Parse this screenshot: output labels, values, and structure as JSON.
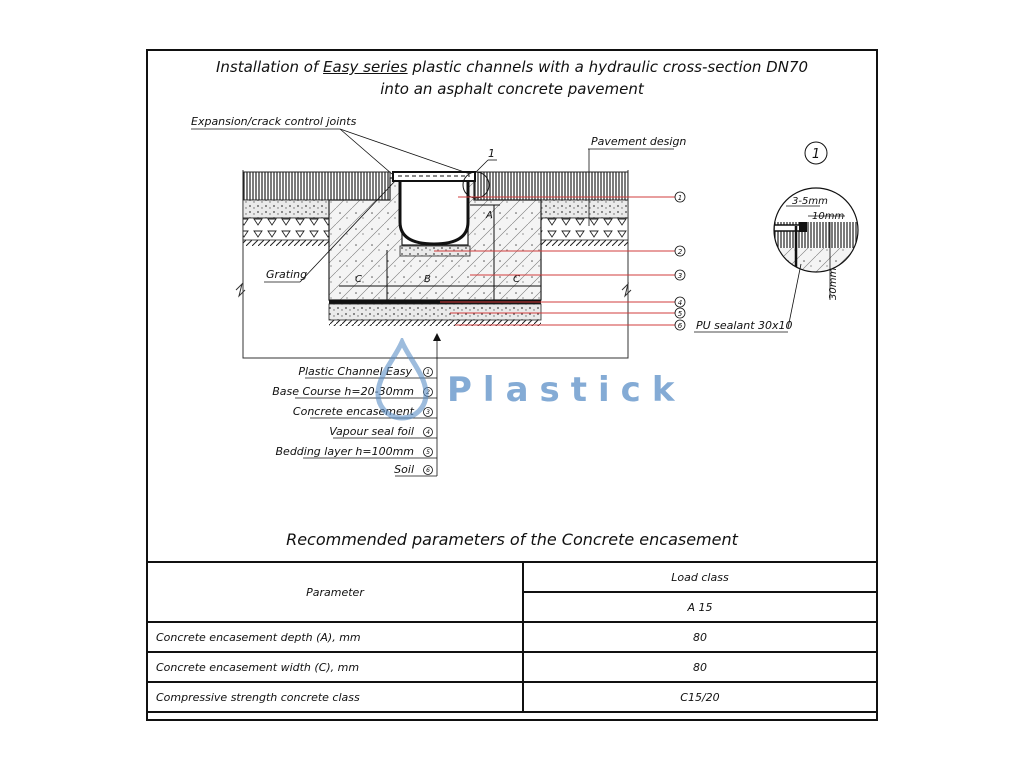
{
  "title": {
    "line1_pre": "Installation of",
    "line1_highlight": "Easy series",
    "line1_post": "plastic channels with a hydraulic cross-section DN70",
    "line2": "into an asphalt concrete pavement"
  },
  "callouts": {
    "expansion_joints": "Expansion/crack control joints",
    "pavement_design": "Pavement design",
    "grating": "Grating",
    "detail_ref": "1",
    "detail_marker": "1",
    "sealant": "PU sealant 30x10",
    "gap": "3-5mm",
    "width": "10mm",
    "depth": "30mm",
    "dim_c": "C",
    "dim_b": "B",
    "dim_a": "A",
    "dim_c2": "C"
  },
  "markers": [
    "1",
    "2",
    "3",
    "4",
    "5",
    "6"
  ],
  "legend": [
    {
      "label": "Plastic Channel Easy",
      "num": "1"
    },
    {
      "label": "Base Course h=20-30mm",
      "num": "2"
    },
    {
      "label": "Concrete encasement",
      "num": "3"
    },
    {
      "label": "Vapour seal foil",
      "num": "4"
    },
    {
      "label": "Bedding layer h=100mm",
      "num": "5"
    },
    {
      "label": "Soil",
      "num": "6"
    }
  ],
  "watermark": "Plastick",
  "table": {
    "caption": "Recommended parameters of the Concrete encasement",
    "param_header": "Parameter",
    "load_class_header": "Load class",
    "load_class": "A 15",
    "rows": [
      {
        "param": "Concrete encasement depth (A), mm",
        "value": "80"
      },
      {
        "param": "Concrete encasement width (C), mm",
        "value": "80"
      },
      {
        "param": "Compressive strength concrete class",
        "value": "C15/20"
      }
    ]
  },
  "colors": {
    "leader_red": "#d23c3c",
    "watermark": "#5b8fc7",
    "ink": "#111111"
  }
}
